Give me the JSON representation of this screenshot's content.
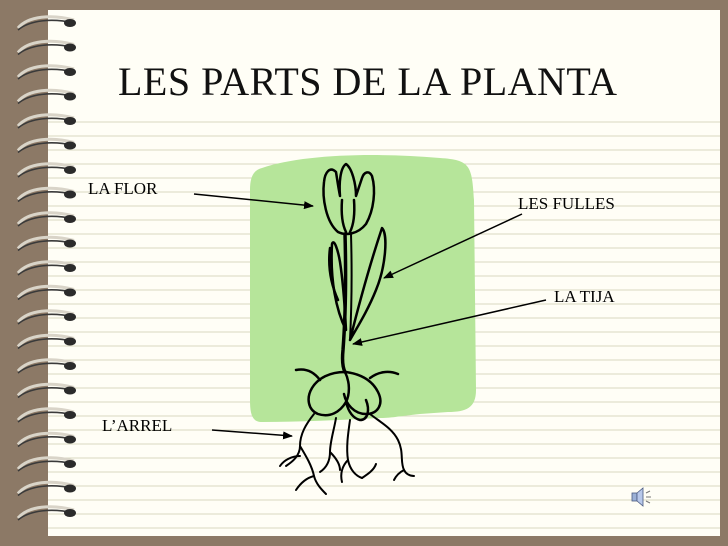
{
  "slide": {
    "title": "LES PARTS DE LA PLANTA",
    "labels": {
      "flower": "LA FLOR",
      "leaves": "LES FULLES",
      "stem": "LA TIJA",
      "root": "L’ARREL"
    }
  },
  "icons": [
    "spiral-binding-icon",
    "plant-illustration",
    "sound-speaker-icon"
  ],
  "colors": {
    "border": "#8c7966",
    "paper": "#fffef6",
    "ruled_lines": "#d8d8c0",
    "green_background": "#b6e59a",
    "ink": "#000000"
  }
}
